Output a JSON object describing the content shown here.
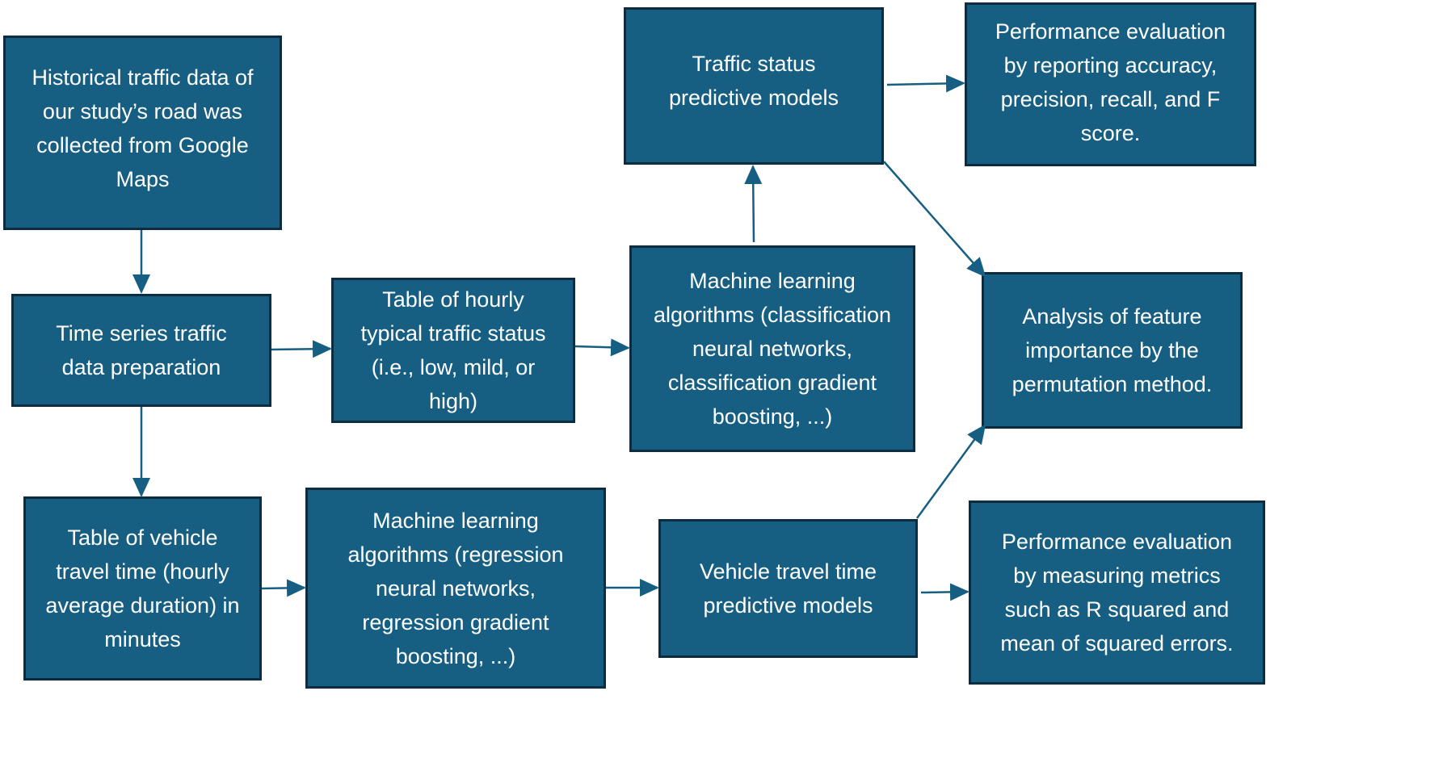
{
  "colors": {
    "box_fill": "#175f82",
    "box_border": "#0d2c40",
    "arrow": "#175f82",
    "text": "#ffffff"
  },
  "nodes": {
    "historical_data": "Historical traffic data of\nour study’s road was\ncollected from Google\nMaps",
    "time_series_prep": "Time series traffic\ndata preparation",
    "hourly_status_table": "Table of hourly\ntypical traffic status\n(i.e., low, mild, or\nhigh)",
    "ml_classification": "Machine learning\nalgorithms (classification\nneural networks,\nclassification gradient\nboosting, ...)",
    "traffic_status_models": "Traffic status\npredictive models",
    "perf_eval_classification": "Performance evaluation\nby reporting accuracy,\nprecision, recall, and F\nscore.",
    "feature_importance": "Analysis of feature\nimportance by the\npermutation method.",
    "travel_time_table": "Table of vehicle\ntravel time (hourly\naverage duration) in\nminutes",
    "ml_regression": "Machine learning\nalgorithms (regression\nneural networks,\nregression gradient\nboosting, ...)",
    "travel_time_models": "Vehicle travel time\npredictive models",
    "perf_eval_regression": "Performance evaluation\nby measuring metrics\nsuch as R squared and\nmean of squared errors."
  },
  "edges": [
    {
      "from": "historical_data",
      "to": "time_series_prep"
    },
    {
      "from": "time_series_prep",
      "to": "hourly_status_table"
    },
    {
      "from": "time_series_prep",
      "to": "travel_time_table"
    },
    {
      "from": "hourly_status_table",
      "to": "ml_classification"
    },
    {
      "from": "ml_classification",
      "to": "traffic_status_models"
    },
    {
      "from": "traffic_status_models",
      "to": "perf_eval_classification"
    },
    {
      "from": "traffic_status_models",
      "to": "feature_importance"
    },
    {
      "from": "travel_time_table",
      "to": "ml_regression"
    },
    {
      "from": "ml_regression",
      "to": "travel_time_models"
    },
    {
      "from": "travel_time_models",
      "to": "perf_eval_regression"
    },
    {
      "from": "travel_time_models",
      "to": "feature_importance"
    }
  ]
}
